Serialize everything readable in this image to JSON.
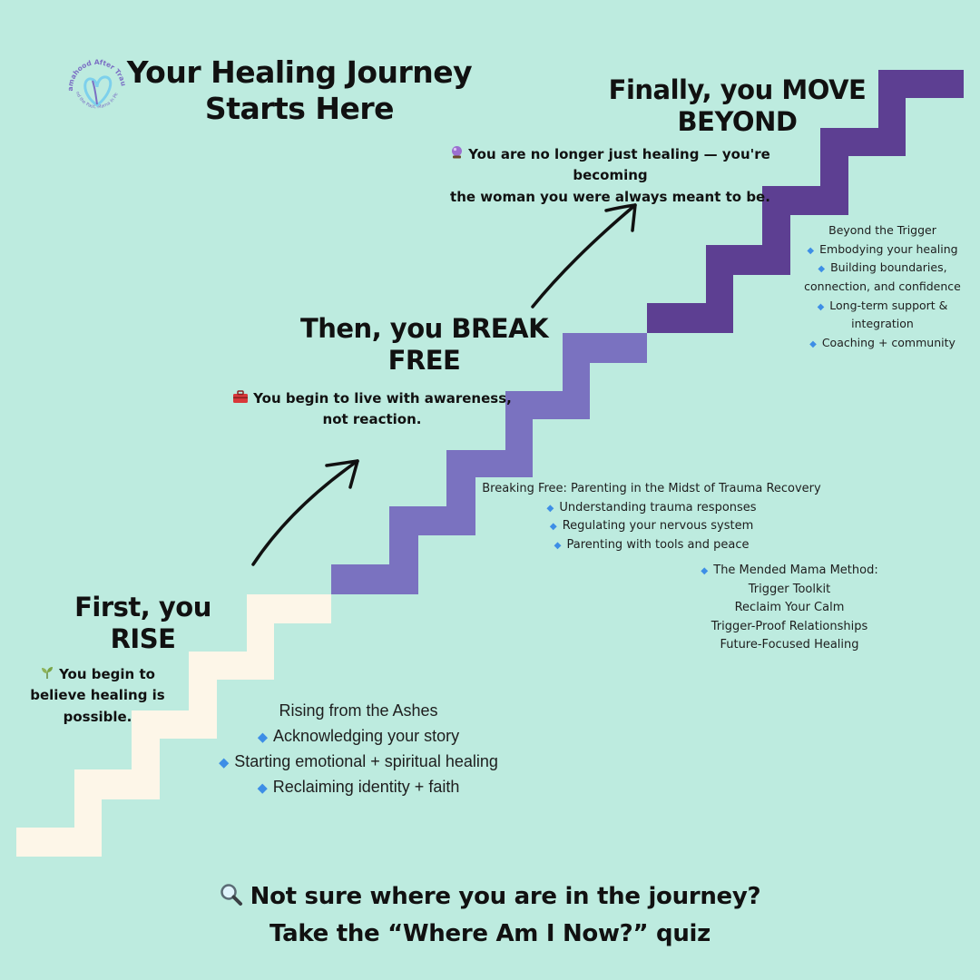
{
  "colors": {
    "background": "#bdebdf",
    "stage1": "#fdf6e8",
    "stage2": "#7a72c0",
    "stage3": "#5d3f92",
    "bullet": "#3d8ee6"
  },
  "header": {
    "title_line1": "Your Healing Journey",
    "title_line2": "Starts Here",
    "logo_icon": "heart-logo-icon",
    "logo_text_top": "Mamahood After Trauma",
    "logo_text_bottom": "Mend the Past, Mama in Peace"
  },
  "stages": {
    "rise": {
      "heading_line1": "First, you",
      "heading_line2": "RISE",
      "icon": "seedling-icon",
      "lead_line1": "You begin to",
      "lead_line2": "believe healing is",
      "lead_line3": "possible.",
      "list_title": "Rising from the Ashes",
      "items": [
        "Acknowledging your story",
        "Starting emotional + spiritual healing",
        "Reclaiming identity + faith"
      ]
    },
    "break_free": {
      "heading_line1": "Then, you BREAK",
      "heading_line2": "FREE",
      "icon": "toolbox-icon",
      "lead_line1": "You begin to live with awareness,",
      "lead_line2": "not reaction.",
      "list_title": "Breaking Free: Parenting in the Midst of Trauma Recovery",
      "items": [
        "Understanding trauma responses",
        "Regulating your nervous system",
        "Parenting with tools and peace"
      ],
      "method_title": "The Mended Mama Method:",
      "method_items": [
        "Trigger Toolkit",
        "Reclaim Your Calm",
        "Trigger-Proof Relationships",
        "Future-Focused Healing"
      ]
    },
    "beyond": {
      "heading_line1": "Finally, you MOVE",
      "heading_line2": "BEYOND",
      "icon": "crystal-ball-icon",
      "lead_line1": "You are no longer just healing — you're becoming",
      "lead_line2": "the woman you were always meant to be.",
      "list_title": "Beyond the Trigger",
      "item1": "Embodying your healing",
      "item2_line1": "Building boundaries,",
      "item2_line2": "connection, and confidence",
      "item3_line1": "Long-term support &",
      "item3_line2": "integration",
      "item4": "Coaching + community"
    }
  },
  "footer": {
    "icon": "magnifier-icon",
    "line1": "Not sure where you are in the journey?",
    "line2": "Take the “Where Am I Now?” quiz"
  }
}
